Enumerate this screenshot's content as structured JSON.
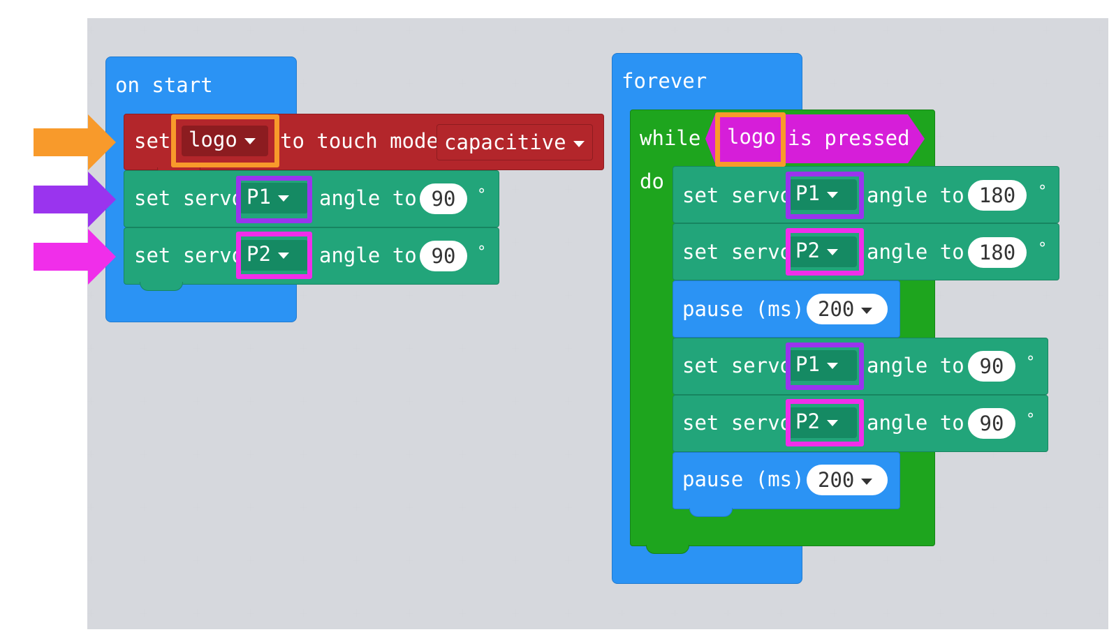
{
  "colors": {
    "event_block": "#2b93f4",
    "touch_block": "#b3262b",
    "servo_block": "#22a57a",
    "loop_block": "#1ea51e",
    "input_block": "#d61ed9",
    "highlight_orange": "#f89a2b",
    "highlight_purple": "#9a34ee",
    "highlight_magenta": "#f02eea"
  },
  "on_start": {
    "label": "on start",
    "touch": {
      "set": "set",
      "pin": "logo",
      "to": "to touch mode",
      "mode": "capacitive"
    },
    "servos": [
      {
        "prefix": "set servo",
        "pin": "P1",
        "mid": "angle to",
        "value": "90",
        "unit": "°"
      },
      {
        "prefix": "set servo",
        "pin": "P2",
        "mid": "angle to",
        "value": "90",
        "unit": "°"
      }
    ]
  },
  "forever": {
    "label": "forever",
    "while_label": "while",
    "do_label": "do",
    "condition": {
      "pin": "logo",
      "text": "is pressed"
    },
    "servos_a": [
      {
        "prefix": "set servo",
        "pin": "P1",
        "mid": "angle to",
        "value": "180",
        "unit": "°"
      },
      {
        "prefix": "set servo",
        "pin": "P2",
        "mid": "angle to",
        "value": "180",
        "unit": "°"
      }
    ],
    "pause_a": {
      "label": "pause (ms)",
      "value": "200"
    },
    "servos_b": [
      {
        "prefix": "set servo",
        "pin": "P1",
        "mid": "angle to",
        "value": "90",
        "unit": "°"
      },
      {
        "prefix": "set servo",
        "pin": "P2",
        "mid": "angle to",
        "value": "90",
        "unit": "°"
      }
    ],
    "pause_b": {
      "label": "pause (ms)",
      "value": "200"
    }
  },
  "arrows": [
    {
      "name": "orange-arrow",
      "color": "#f89a2b"
    },
    {
      "name": "purple-arrow",
      "color": "#9a34ee"
    },
    {
      "name": "magenta-arrow",
      "color": "#f02eea"
    }
  ]
}
